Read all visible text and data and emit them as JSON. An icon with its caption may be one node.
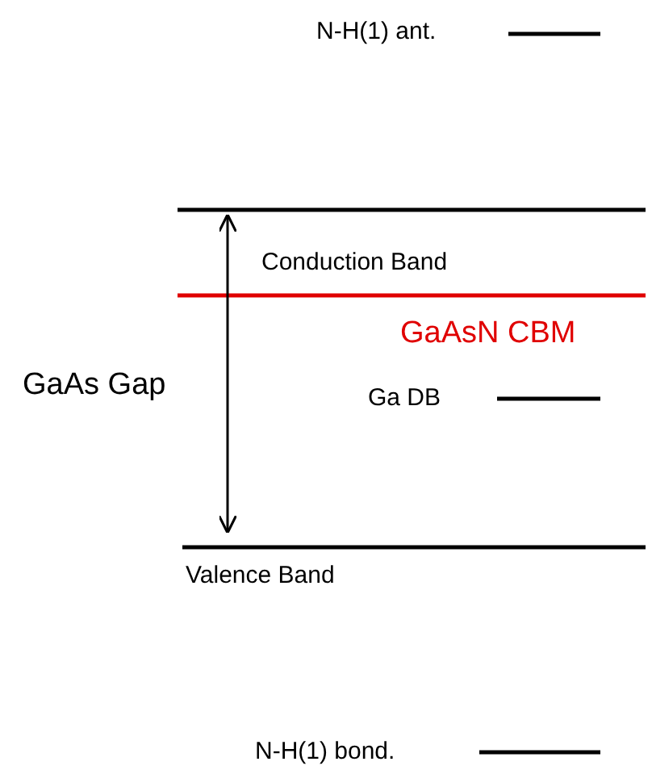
{
  "diagram": {
    "labels": [
      "N-H(1) ant.",
      "Conduction Band",
      "GaAsN CBM",
      "GaAs Gap",
      "Ga DB",
      "Valence Band",
      "N-H(1) bond."
    ]
  }
}
